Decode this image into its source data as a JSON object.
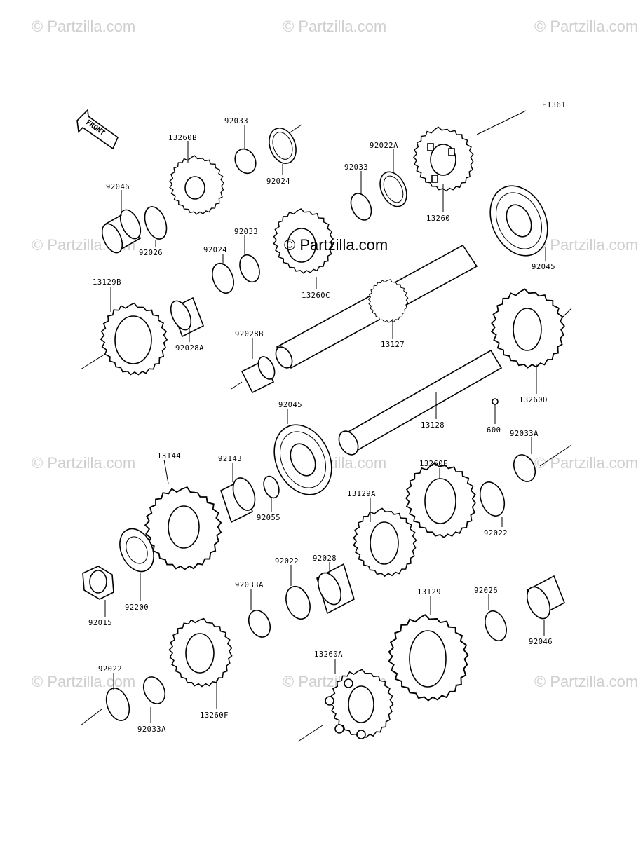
{
  "diagram": {
    "ref_code": "E1361",
    "front_label": "FRONT",
    "watermark": "© Partzilla.com",
    "center_watermark": "© Partzilla.com"
  },
  "parts": [
    {
      "id": "p1",
      "label": "92033"
    },
    {
      "id": "p2",
      "label": "13260B"
    },
    {
      "id": "p3",
      "label": "92024"
    },
    {
      "id": "p4",
      "label": "92046"
    },
    {
      "id": "p5",
      "label": "92026"
    },
    {
      "id": "p6",
      "label": "92022A"
    },
    {
      "id": "p7",
      "label": "92033"
    },
    {
      "id": "p8",
      "label": "13260"
    },
    {
      "id": "p9",
      "label": "92033"
    },
    {
      "id": "p10",
      "label": "92024"
    },
    {
      "id": "p11",
      "label": "13260C"
    },
    {
      "id": "p12",
      "label": "92045"
    },
    {
      "id": "p13",
      "label": "13129B"
    },
    {
      "id": "p14",
      "label": "92028A"
    },
    {
      "id": "p15",
      "label": "92028B"
    },
    {
      "id": "p16",
      "label": "13127"
    },
    {
      "id": "p17",
      "label": "13260D"
    },
    {
      "id": "p18",
      "label": "92045"
    },
    {
      "id": "p19",
      "label": "13128"
    },
    {
      "id": "p20",
      "label": "600"
    },
    {
      "id": "p21",
      "label": "92033A"
    },
    {
      "id": "p22",
      "label": "13144"
    },
    {
      "id": "p23",
      "label": "92143"
    },
    {
      "id": "p24",
      "label": "92055"
    },
    {
      "id": "p25",
      "label": "13260E"
    },
    {
      "id": "p26",
      "label": "13129A"
    },
    {
      "id": "p27",
      "label": "92022"
    },
    {
      "id": "p28",
      "label": "92028"
    },
    {
      "id": "p29",
      "label": "92022"
    },
    {
      "id": "p30",
      "label": "92200"
    },
    {
      "id": "p31",
      "label": "92015"
    },
    {
      "id": "p32",
      "label": "92033A"
    },
    {
      "id": "p33",
      "label": "13129"
    },
    {
      "id": "p34",
      "label": "92026"
    },
    {
      "id": "p35",
      "label": "92046"
    },
    {
      "id": "p36",
      "label": "92022"
    },
    {
      "id": "p37",
      "label": "13260A"
    },
    {
      "id": "p38",
      "label": "92033A"
    },
    {
      "id": "p39",
      "label": "13260F"
    }
  ]
}
